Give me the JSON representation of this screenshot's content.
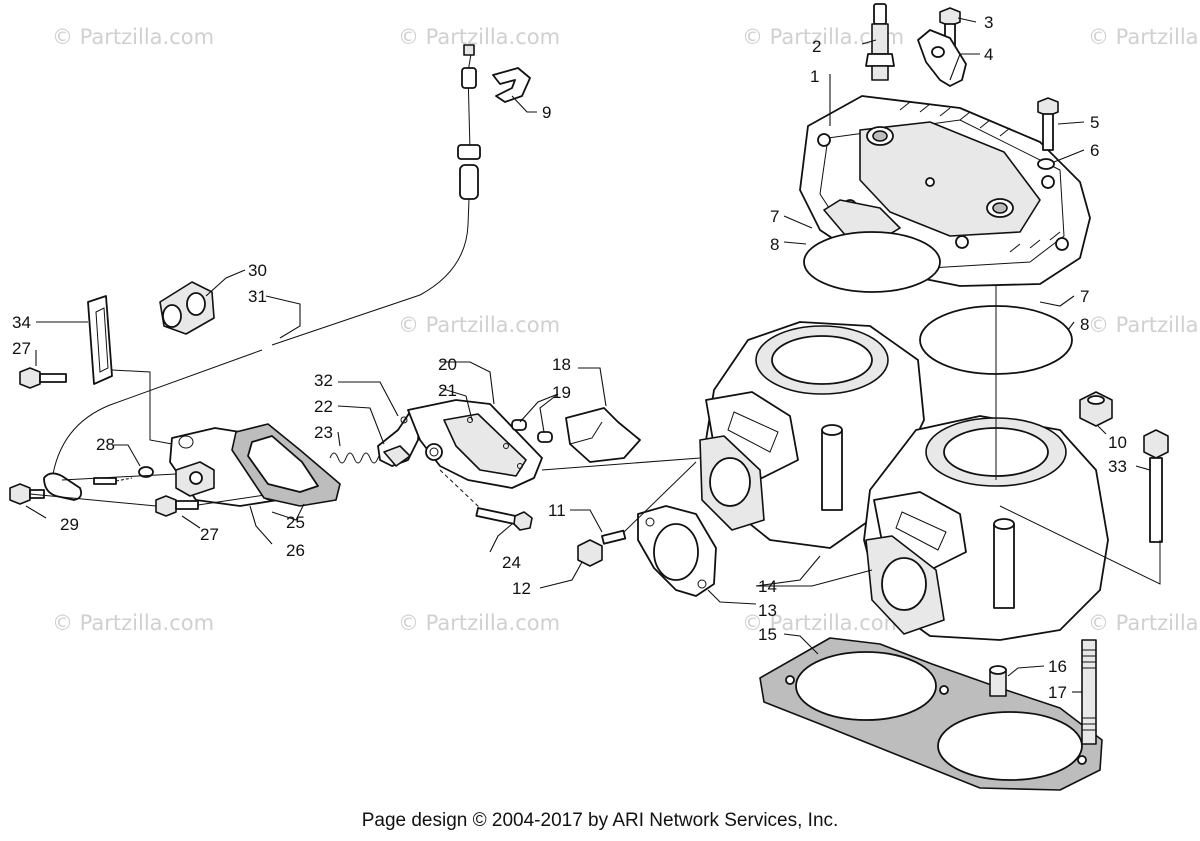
{
  "watermark_text": "© Partzilla.com",
  "footer": "Page design © 2004-2017 by ARI Network Services, Inc.",
  "part_numbers": [
    "1",
    "2",
    "3",
    "4",
    "5",
    "6",
    "7",
    "8",
    "9",
    "10",
    "11",
    "12",
    "13",
    "14",
    "15",
    "16",
    "17",
    "18",
    "19",
    "20",
    "21",
    "22",
    "23",
    "24",
    "25",
    "26",
    "27",
    "28",
    "29",
    "30",
    "31",
    "32",
    "33",
    "34"
  ]
}
